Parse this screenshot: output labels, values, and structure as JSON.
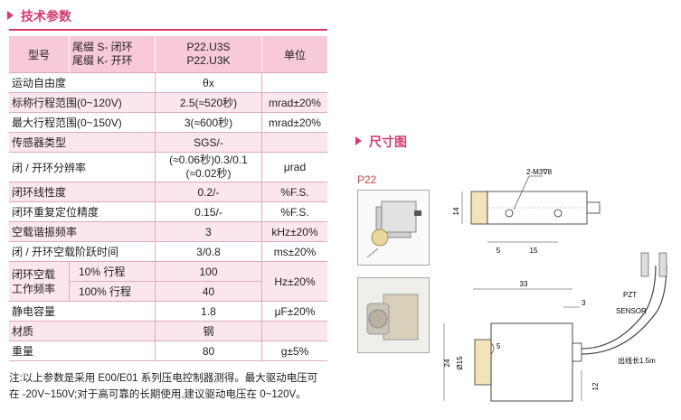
{
  "spec": {
    "title": "技术参数",
    "header": {
      "model": "型号",
      "suffix_s": "尾缀 S- 闭环",
      "suffix_k": "尾缀 K- 开环",
      "model_s": "P22.U3S",
      "model_k": "P22.U3K",
      "unit": "单位"
    },
    "rows": [
      {
        "label": "运动自由度",
        "value": "θx",
        "unit": ""
      },
      {
        "label": "标称行程范围(0~120V)",
        "value": "2.5(≈520秒)",
        "unit": "mrad±20%"
      },
      {
        "label": "最大行程范围(0~150V)",
        "value": "3(≈600秒)",
        "unit": "mrad±20%"
      },
      {
        "label": "传感器类型",
        "value": "SGS/-",
        "unit": ""
      },
      {
        "label": "闭 / 开环分辨率",
        "value1": "(≈0.06秒)0.3/0.1",
        "value2": "(≈0.02秒)",
        "unit": "μrad"
      },
      {
        "label": "闭环线性度",
        "value": "0.2/-",
        "unit": "%F.S."
      },
      {
        "label": "闭环重复定位精度",
        "value": "0.15/-",
        "unit": "%F.S."
      },
      {
        "label": "空载谐振频率",
        "value": "3",
        "unit": "kHz±20%"
      },
      {
        "label": "闭 / 开环空载阶跃时间",
        "value": "3/0.8",
        "unit": "ms±20%"
      }
    ],
    "work_freq": {
      "label1": "闭环空载",
      "label2": "工作频率",
      "sub1": "10% 行程",
      "val1": "100",
      "sub2": "100% 行程",
      "val2": "40",
      "unit": "Hz±20%"
    },
    "rows2": [
      {
        "label": "静电容量",
        "value": "1.8",
        "unit": "μF±20%"
      },
      {
        "label": "材质",
        "value": "钢",
        "unit": ""
      },
      {
        "label": "重量",
        "value": "80",
        "unit": "g±5%"
      }
    ],
    "note_line1": "注:以上参数是采用 E00/E01 系列压电控制器测得。最大驱动电压可",
    "note_line2": "在 -20V~150V;对于高可靠的长期使用,建议驱动电压在 0~120V。"
  },
  "dimensions": {
    "title": "尺寸图",
    "model": "P22",
    "top_view": {
      "hole": "2-M3∇8",
      "height": "14",
      "dim1": "5",
      "dim2": "15"
    },
    "side_view": {
      "length": "33",
      "end": "3",
      "height": "24",
      "dia": "Ø15",
      "lip": "5",
      "base": "12"
    },
    "cable": {
      "pzt": "PZT",
      "sensor": "SENSOR",
      "length": "出线长1.5m"
    }
  },
  "colors": {
    "accent": "#d63a6e",
    "header_bg": "#f7c9d9",
    "row_alt": "#fbe6ee"
  }
}
